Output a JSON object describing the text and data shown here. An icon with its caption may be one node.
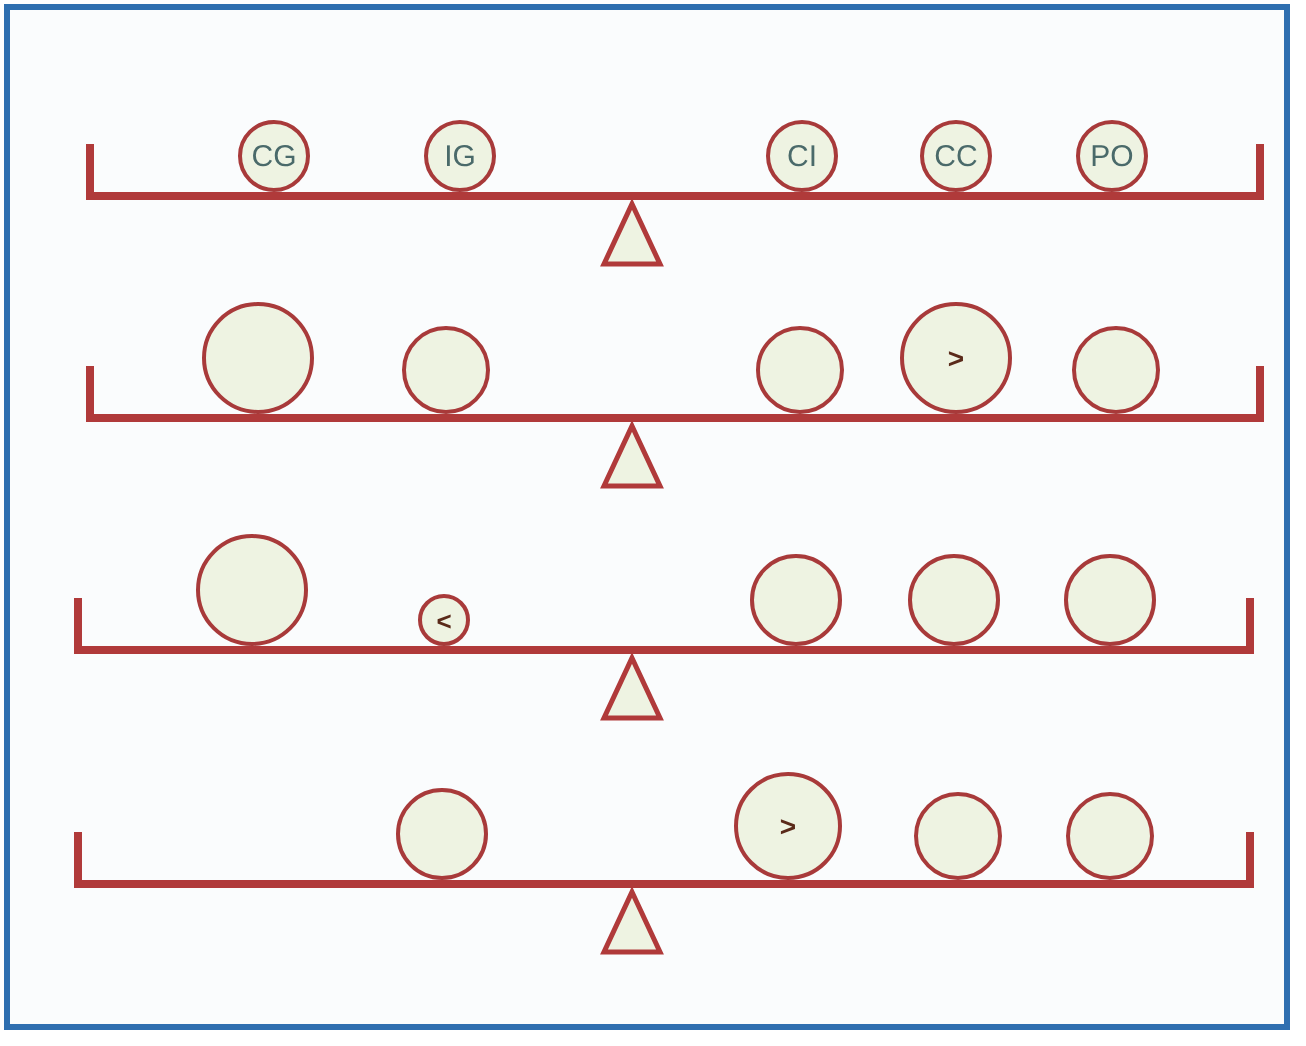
{
  "diagram": {
    "nodes": [
      {
        "text": [
          "CG"
        ]
      },
      {
        "text": [
          "IG"
        ]
      },
      {
        "text": [
          "CI"
        ]
      },
      {
        "text": [
          "CC"
        ]
      },
      {
        "text": [
          "PO"
        ]
      },
      {
        "text": [],
        "shape": "circle"
      },
      {
        "text": [],
        "shape": "circle"
      },
      {
        "text": [],
        "shape": "circle"
      },
      {
        "text": [
          ">"
        ]
      },
      {
        "text": [],
        "shape": "circle"
      },
      {
        "text": [],
        "shape": "circle"
      },
      {
        "text": [
          "<"
        ]
      },
      {
        "text": [],
        "shape": "circle"
      },
      {
        "text": [],
        "shape": "circle"
      },
      {
        "text": [],
        "shape": "circle"
      },
      {
        "text": [],
        "shape": "circle"
      },
      {
        "text": [
          ">"
        ]
      },
      {
        "text": [],
        "shape": "circle"
      },
      {
        "text": [],
        "shape": "circle"
      }
    ]
  }
}
